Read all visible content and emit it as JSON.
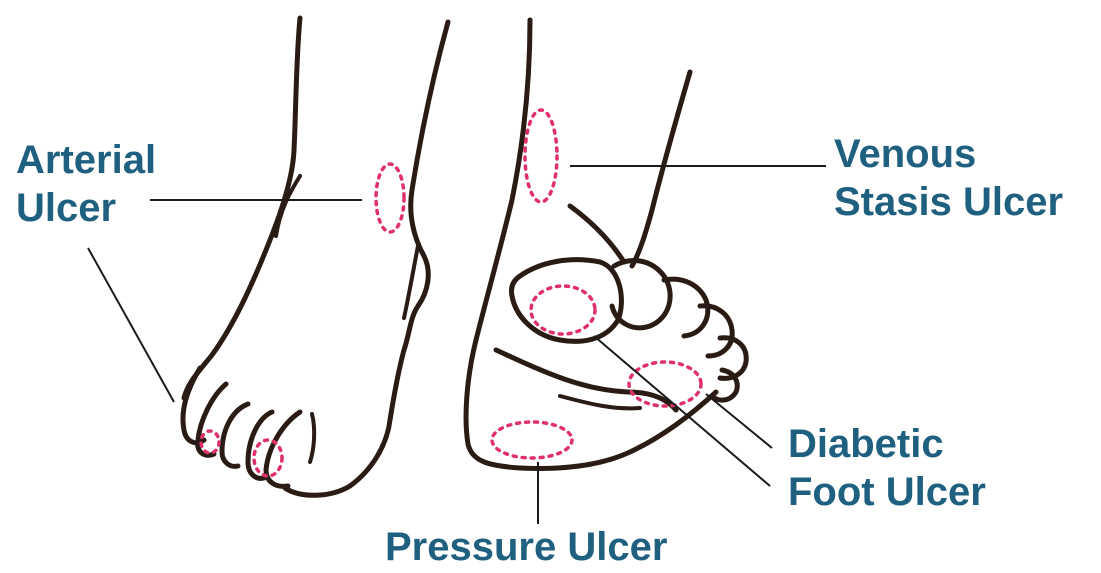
{
  "labels": {
    "arterial": [
      "Arterial",
      "Ulcer"
    ],
    "venous": [
      "Venous",
      "Stasis Ulcer"
    ],
    "diabetic": [
      "Diabetic",
      "Foot Ulcer"
    ],
    "pressure": "Pressure Ulcer"
  },
  "colors": {
    "label_text": "#1f6080",
    "ulcer_outline": "#e0306a",
    "foot_outline": "#2a1c14",
    "leader_line": "#1a1a1a"
  }
}
